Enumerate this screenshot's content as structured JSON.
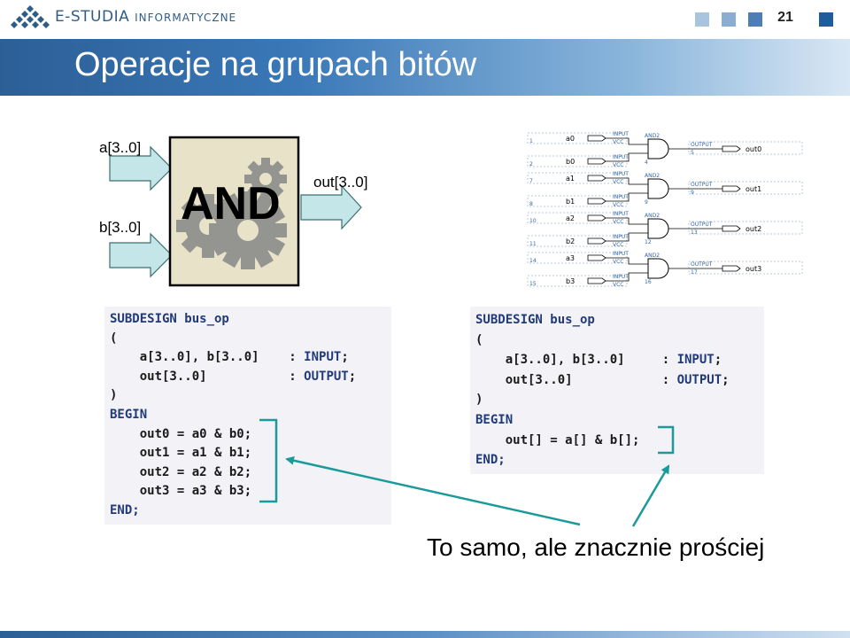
{
  "header": {
    "brand_main": "E-STUDIA",
    "brand_sub": "INFORMATYCZNE",
    "page_number": "21",
    "squares": [
      "#a9c4df",
      "#8aaed2",
      "#4d7fb6",
      "#1f5c9c"
    ]
  },
  "slide": {
    "title": "Operacje na grupach bitów"
  },
  "diagram": {
    "input_a": "a[3..0]",
    "input_b": "b[3..0]",
    "gate_label": "AND",
    "output": "out[3..0]"
  },
  "schematic": {
    "rows": [
      {
        "a": "a0",
        "b": "b0",
        "out": "out0",
        "na": "1",
        "nb": "2",
        "ng": "4",
        "no": "5"
      },
      {
        "a": "a1",
        "b": "b1",
        "out": "out1",
        "na": "7",
        "nb": "8",
        "ng": "9",
        "no": "9"
      },
      {
        "a": "a2",
        "b": "b2",
        "out": "out2",
        "na": "10",
        "nb": "11",
        "ng": "12",
        "no": "13"
      },
      {
        "a": "a3",
        "b": "b3",
        "out": "out3",
        "na": "14",
        "nb": "15",
        "ng": "16",
        "no": "17"
      }
    ],
    "input_tag": "INPUT",
    "vcc_tag": "VCC",
    "gate_tag": "AND2",
    "output_tag": "OUTPUT"
  },
  "code_left": {
    "l1": "SUBDESIGN bus_op",
    "l2": "(",
    "l3_vars": "    a[3..0], b[3..0]    : ",
    "l3_kw": "INPUT",
    "l4_vars": "    out[3..0]           : ",
    "l4_kw": "OUTPUT",
    "l5": ")",
    "l6": "BEGIN",
    "l7": "    out0 = a0 & b0;",
    "l8": "    out1 = a1 & b1;",
    "l9": "    out2 = a2 & b2;",
    "l10": "    out3 = a3 & b3;",
    "l11": "END;"
  },
  "code_right": {
    "l1": "SUBDESIGN bus_op",
    "l2": "(",
    "l3_vars": "    a[3..0], b[3..0]     : ",
    "l3_kw": "INPUT",
    "l4_vars": "    out[3..0]            : ",
    "l4_kw": "OUTPUT",
    "l5": ")",
    "l6": "BEGIN",
    "l7": "    out[] = a[] & b[];",
    "l8": "END;"
  },
  "caption": "To samo, ale znacznie prościej",
  "colors": {
    "arrow_fill": "#c5e6e8",
    "callout": "#1a9a9a",
    "keyword": "#213a7a"
  }
}
